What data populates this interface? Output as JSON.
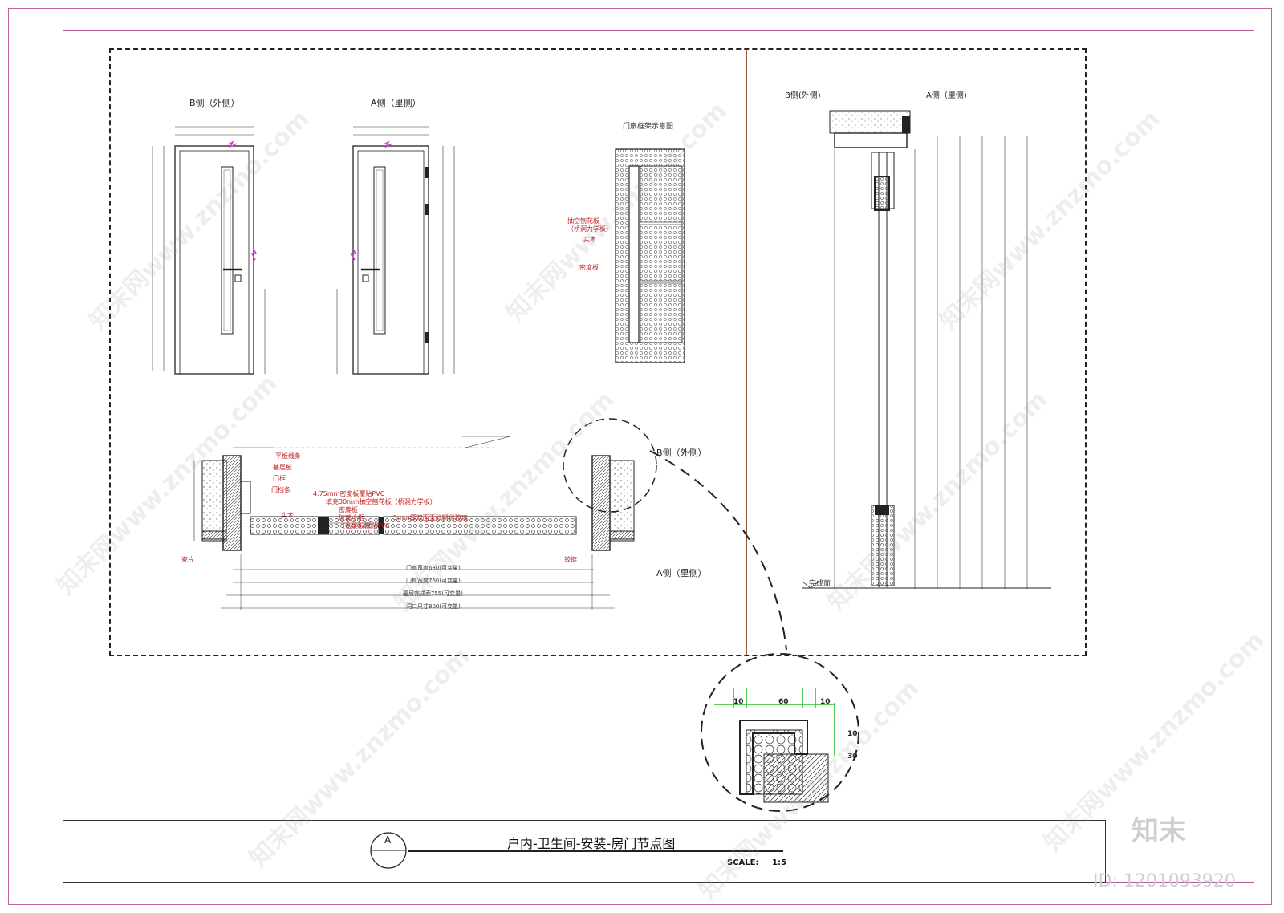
{
  "sections": {
    "door_b_title": "B侧（外侧）",
    "door_a_title": "A侧（里侧）",
    "frame_title": "门扇框架示意图",
    "section_b_side": "B侧(外侧)",
    "section_a_side": "A侧（里侧)",
    "plan_b_side": "B侧（外侧）",
    "plan_a_side": "A侧（里侧）",
    "finish_floor": "完成面"
  },
  "plan_labels": {
    "flat_trim": "平板线条",
    "base_board": "基层板",
    "door_frame": "门框",
    "door_stop": "门挡条",
    "solid_wood": "实木",
    "tile": "瓷片",
    "hinge": "铰链",
    "mdf_pvc": "4.75mm密度板覆贴PVC",
    "fill": "填充30mm抽空刨花板（桥洞力学板）",
    "density_board": "密度板",
    "glass_frame": "玻璃小框",
    "glass_frame_note": "（密度板覆贴PVC",
    "glass": "5mm厚双面玉砂钢化玻璃"
  },
  "frame_labels": {
    "hollow_board": "抽空刨花板",
    "hollow_board_note": "（桥洞力学板）",
    "solid_wood": "实木",
    "density_board": "密度板"
  },
  "plan_dims": {
    "leaf_width": "门扇宽度680(可变量)",
    "frame_width": "门框宽度760(可变量)",
    "base_width": "基层完成面755(可变量)",
    "opening": "洞口尺寸800(可变量)"
  },
  "detail_dims": {
    "d1": "10",
    "d2": "60",
    "d3": "10",
    "d4": "10",
    "d5": "30"
  },
  "title_block": {
    "symbol": "A",
    "title": "户内-卫生间-安装-房门节点图",
    "scale_label": "SCALE:",
    "scale_value": "1:5"
  },
  "brand": {
    "logo": "知末",
    "id": "ID: 1201093920"
  },
  "watermark": "知末网www.znzmo.com",
  "colors": {
    "border": "#c0609a",
    "dim_line": "#222222",
    "annotation": "#c02020",
    "divider": "#9a5a3a",
    "detail_dim": "#22c022"
  }
}
